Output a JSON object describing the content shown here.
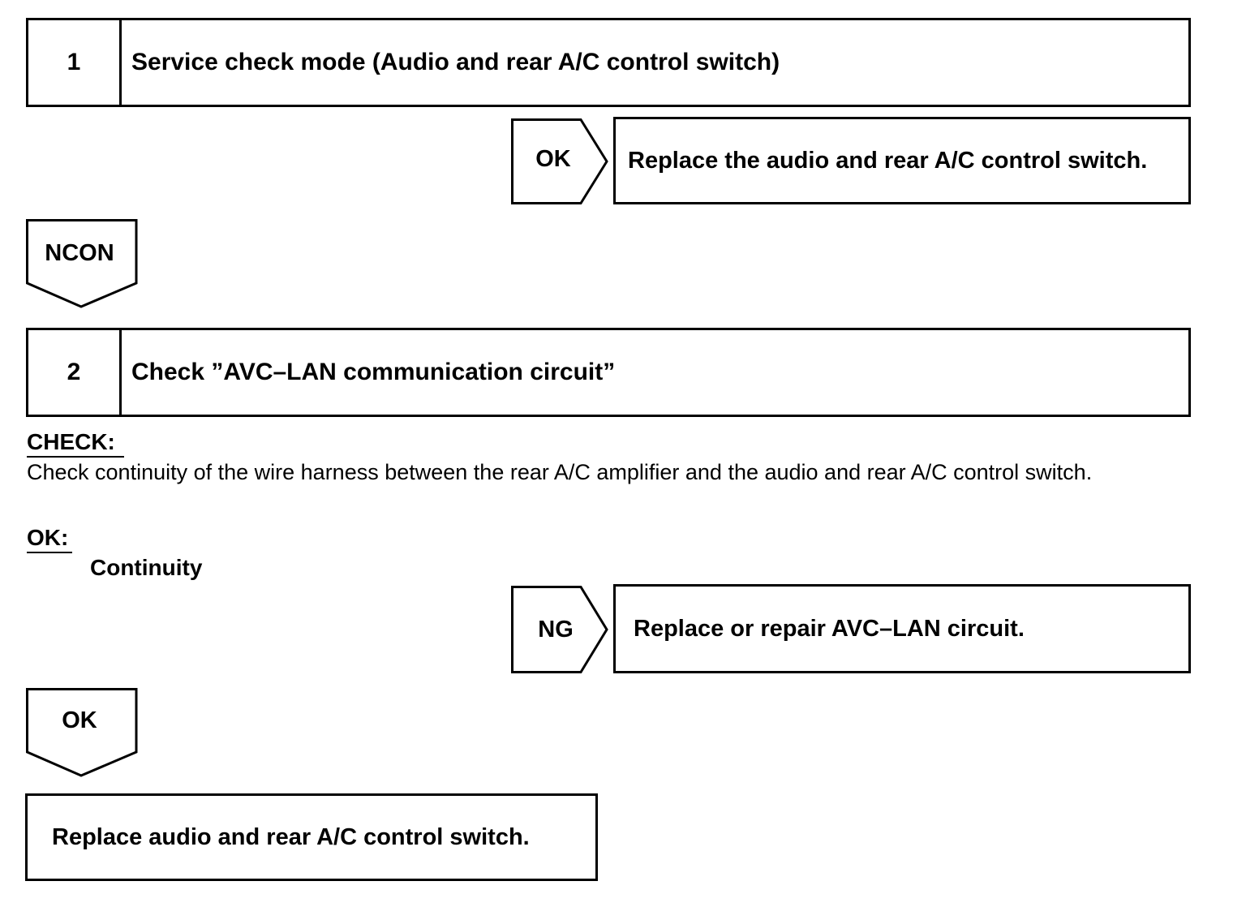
{
  "step1": {
    "number": "1",
    "title": "Service check mode (Audio and rear A/C control switch)"
  },
  "step1_ok": {
    "tag": "OK",
    "result": "Replace the audio and rear A/C control switch."
  },
  "step1_down_tag": "NCON",
  "step2": {
    "number": "2",
    "title": "Check ”AVC–LAN communication circuit”"
  },
  "check_section": {
    "check_label": "CHECK:",
    "check_text": "Check continuity of the wire harness between the rear A/C amplifier and the audio and rear A/C control switch.",
    "ok_label": "OK:",
    "ok_value": "Continuity"
  },
  "step2_ng": {
    "tag": "NG",
    "result": "Replace or repair AVC–LAN circuit."
  },
  "step2_down_tag": "OK",
  "final_result": "Replace audio and rear A/C control switch."
}
